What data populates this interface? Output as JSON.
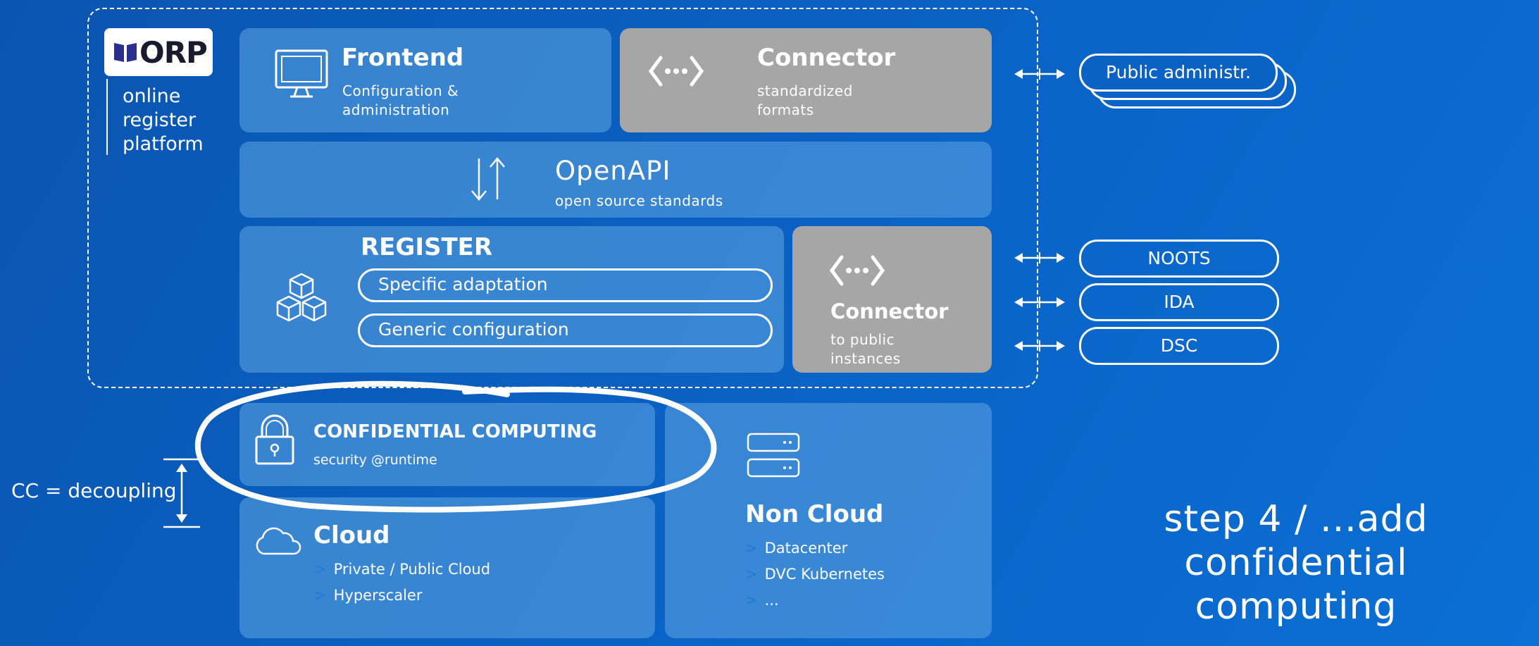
{
  "logo": {
    "brand": "ORP",
    "tagline_lines": [
      "online",
      "register",
      "platform"
    ]
  },
  "frontend": {
    "title": "Frontend",
    "sub_lines": [
      "Configuration &",
      "administration"
    ]
  },
  "connector_top": {
    "title": "Connector",
    "sub_lines": [
      "standardized",
      "formats"
    ]
  },
  "openapi": {
    "title": "OpenAPI",
    "sub": "open source standards"
  },
  "register": {
    "title": "REGISTER",
    "items": [
      "Specific adaptation",
      "Generic configuration"
    ]
  },
  "connector_bottom": {
    "title": "Connector",
    "sub_lines": [
      "to public",
      "instances"
    ]
  },
  "confidential": {
    "title": "CONFIDENTIAL COMPUTING",
    "sub": "security @runtime"
  },
  "cloud": {
    "title": "Cloud",
    "items": [
      "Private / Public Cloud",
      "Hyperscaler"
    ]
  },
  "noncloud": {
    "title": "Non Cloud",
    "items": [
      "Datacenter",
      "DVC Kubernetes",
      "..."
    ]
  },
  "external": {
    "public_admin": "Public administr.",
    "noots": "NOOTS",
    "ida": "IDA",
    "dsc": "DSC"
  },
  "cc_label": "CC = decoupling",
  "step_text_lines": [
    "step 4 / ...add confidential",
    "computing"
  ],
  "colors": {
    "background": "#0a5fbf",
    "box_blue": "#5fa5e1",
    "box_grey": "#a6a6a6",
    "list_chevron": "#1f7ad6"
  },
  "icons": [
    "monitor-icon",
    "code-connector-icon",
    "up-down-arrows-icon",
    "cubes-icon",
    "padlock-icon",
    "cloud-icon",
    "server-icon",
    "double-arrow-icon"
  ]
}
